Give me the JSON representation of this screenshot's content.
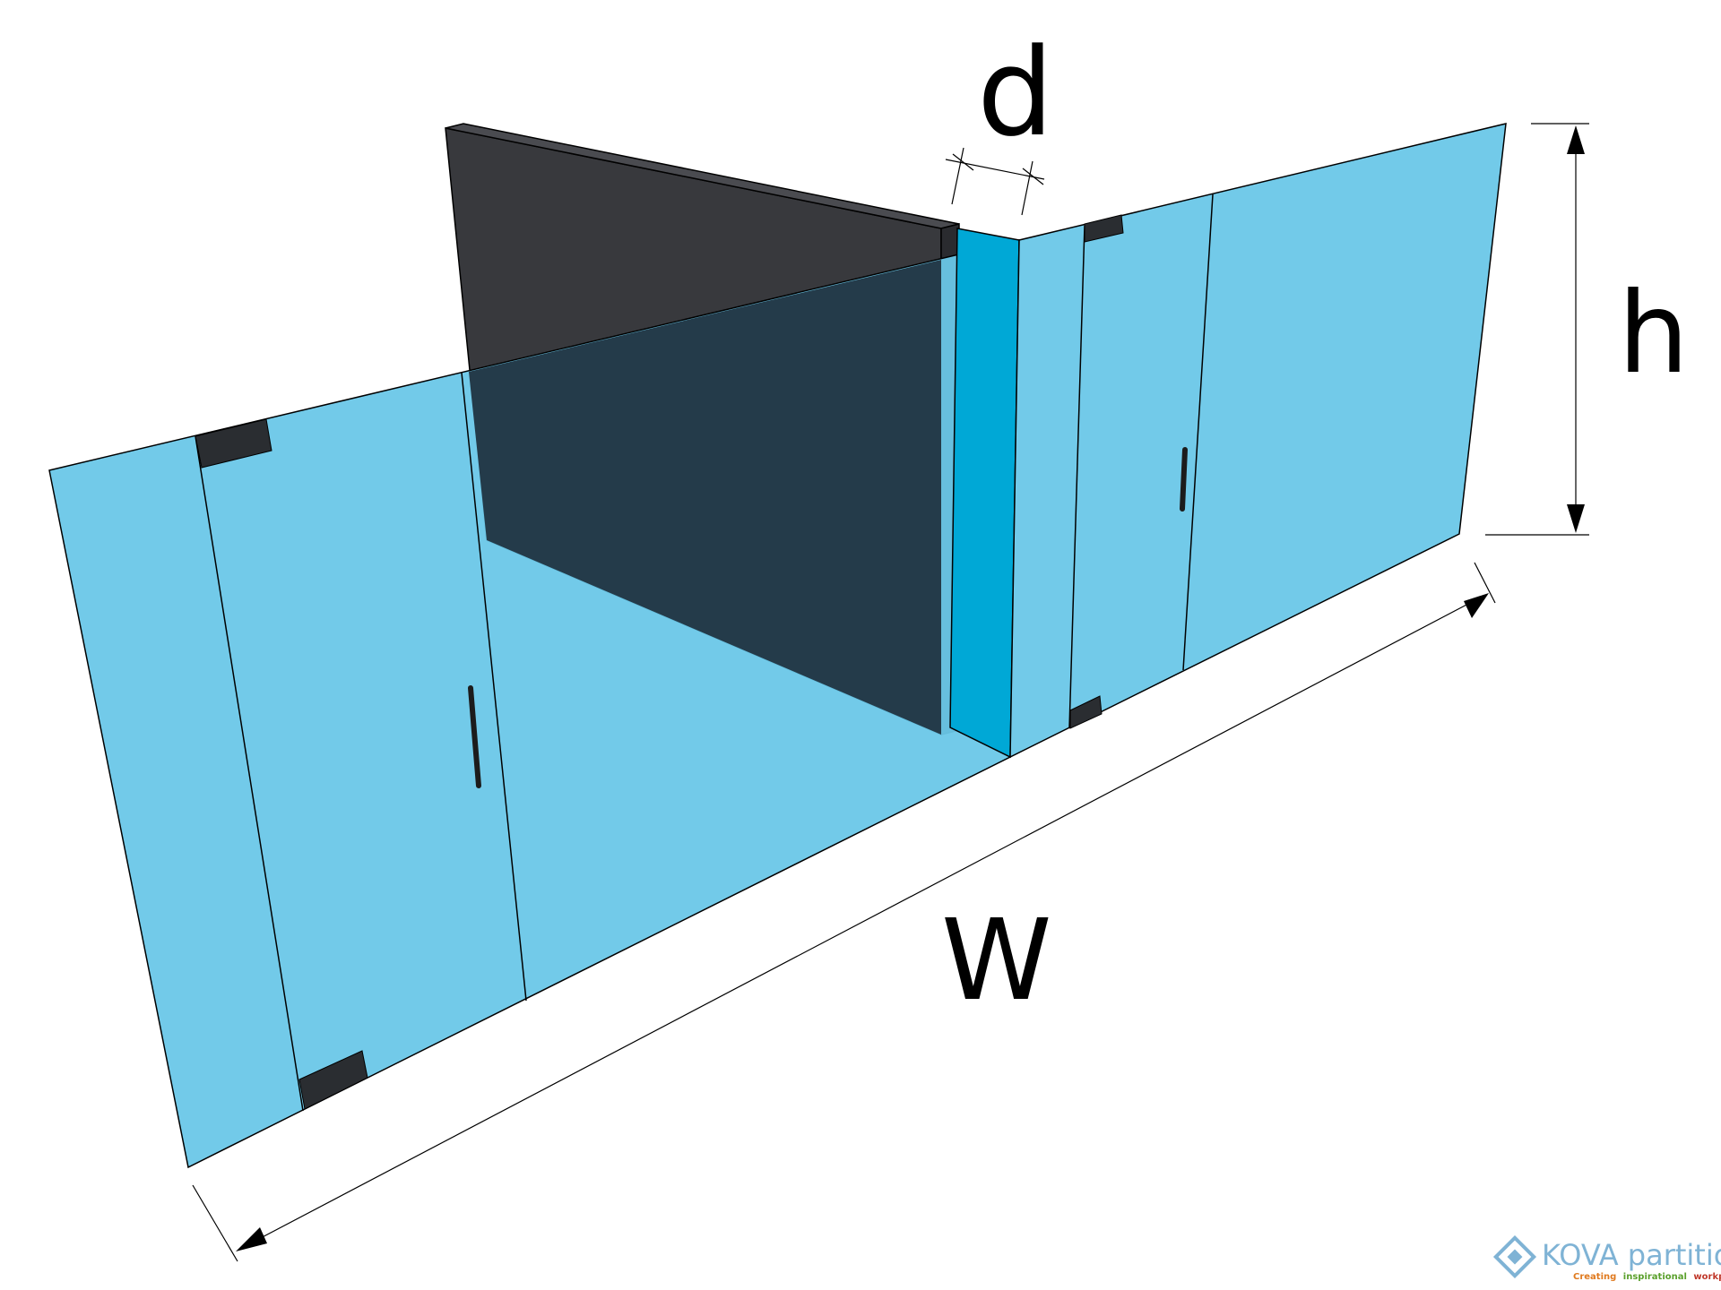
{
  "dimensions": {
    "depth_label": "d",
    "height_label": "h",
    "width_label": "W"
  },
  "brand": {
    "name": "KOVA partitions",
    "tagline_word_1": "Creating",
    "tagline_word_2": "inspirational",
    "tagline_word_3": "workplaces"
  },
  "colors": {
    "glass": "#6ac7e8",
    "glass_edge": "#00a8d6",
    "dark_panel": "#38393d",
    "dark_panel_overlap": "#243b4a",
    "hardware": "#2a2d31",
    "line": "#000000"
  }
}
